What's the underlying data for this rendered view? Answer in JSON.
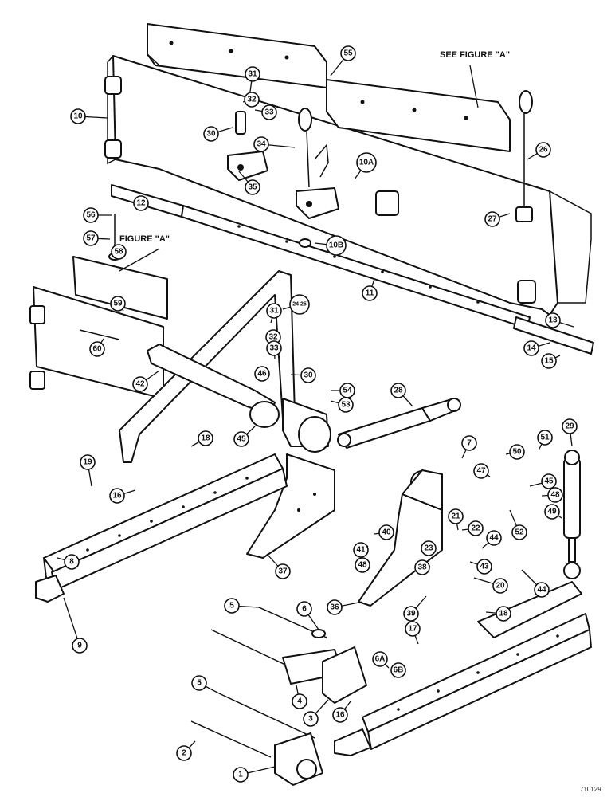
{
  "captions": {
    "see_figure": "SEE FIGURE \"A\"",
    "figure": "FIGURE \"A\"",
    "drawing_code": "710129"
  },
  "callouts": [
    "55",
    "31",
    "32",
    "33",
    "30",
    "10",
    "34",
    "10A",
    "26",
    "35",
    "12",
    "56",
    "57",
    "58",
    "27",
    "10B",
    "11",
    "59",
    "13",
    "60",
    "24 25",
    "14",
    "15",
    "31",
    "32",
    "33",
    "42",
    "46",
    "30",
    "54",
    "53",
    "28",
    "18",
    "45",
    "29",
    "19",
    "16",
    "7",
    "47",
    "51",
    "50",
    "45",
    "48",
    "8",
    "52",
    "21",
    "22",
    "40",
    "41",
    "23",
    "48",
    "44",
    "49",
    "37",
    "43",
    "38",
    "20",
    "44",
    "36",
    "39",
    "18",
    "9",
    "5",
    "6",
    "17",
    "6A",
    "6B",
    "4",
    "3",
    "16",
    "5",
    "2",
    "1"
  ]
}
